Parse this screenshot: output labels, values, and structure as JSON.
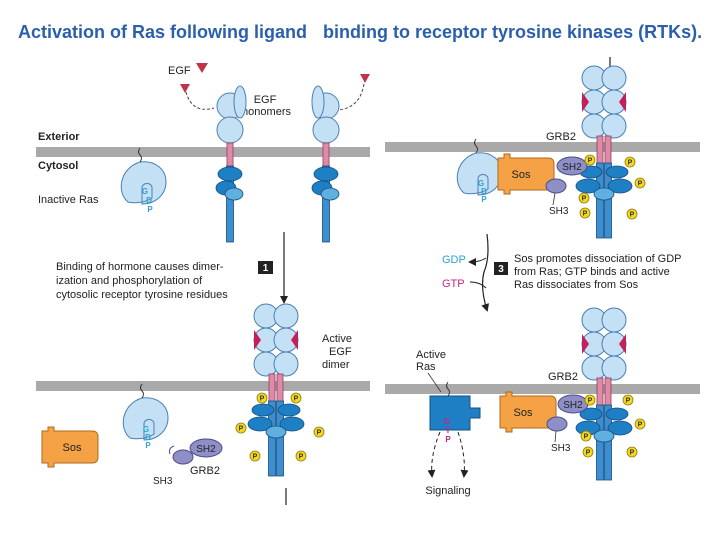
{
  "title": {
    "part1": "Activation of Ras following ligand",
    "part2": "binding to receptor tyrosine kinases (RTKs)."
  },
  "panel1": {
    "egf": "EGF",
    "egf_monomers": [
      "EGF",
      "monomers"
    ],
    "exterior": "Exterior",
    "cytosol": "Cytosol",
    "inactive_ras": "Inactive Ras",
    "gdp": [
      "G",
      "D",
      "P"
    ]
  },
  "step1": {
    "number": "1",
    "lines": [
      "Binding of hormone causes dimer-",
      "ization and phosphorylation of",
      "cytosolic receptor tyrosine residues"
    ]
  },
  "panel2": {
    "active_egf_dimer": [
      "Active",
      "EGF",
      "dimer"
    ],
    "sos": "Sos",
    "sh2": "SH2",
    "grb2": "GRB2",
    "sh3": "SH3",
    "gdp": [
      "G",
      "D",
      "P"
    ],
    "phospho": "P"
  },
  "panel3": {
    "grb2": "GRB2",
    "sos": "Sos",
    "sh2": "SH2",
    "sh3": "SH3",
    "gdp": [
      "G",
      "D",
      "P"
    ]
  },
  "step3": {
    "number": "3",
    "gdp": "GDP",
    "gtp": "GTP",
    "lines": [
      "Sos promotes dissociation of GDP",
      "from Ras; GTP binds and active",
      "Ras dissociates from Sos"
    ]
  },
  "panel4": {
    "active_ras": [
      "Active",
      "Ras"
    ],
    "gtp": [
      "G",
      "T",
      "P"
    ],
    "grb2": "GRB2",
    "sos": "Sos",
    "sh2": "SH2",
    "sh3": "SH3",
    "signaling": "Signaling"
  },
  "colors": {
    "title": "#2a5fae",
    "membrane": "#a9a9a9",
    "light_blue": "#c4e0f4",
    "outline_blue": "#4a7fb4",
    "kinase_blue": "#1e7fc4",
    "magenta": "#c21f5b",
    "sos_orange": "#f5a145",
    "sh_purple": "#8e8fc7",
    "phospho_yellow": "#f4d81c",
    "egf_red": "#c0324a",
    "gdp_blue": "#2ba3d6",
    "gtp_pink": "#c2258a"
  }
}
